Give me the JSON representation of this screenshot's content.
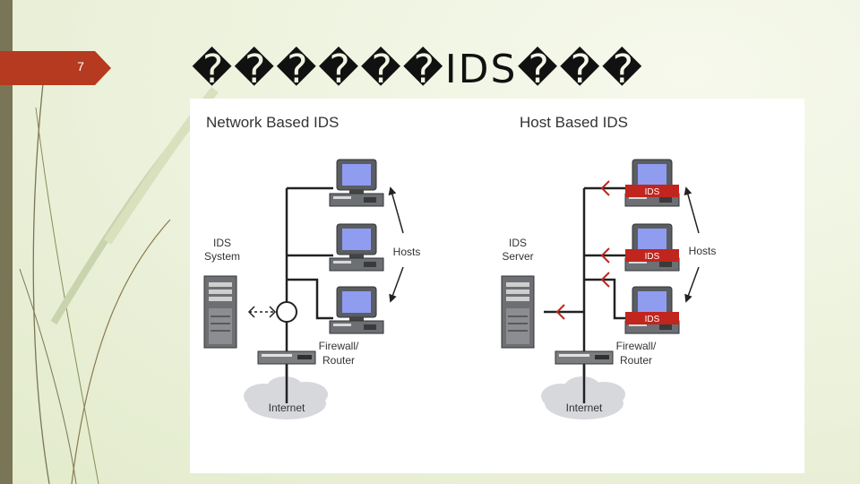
{
  "slide": {
    "number": "7",
    "title": "������IDS���"
  },
  "diagram": {
    "network_panel": {
      "heading": "Network Based IDS",
      "system_label_line1": "IDS",
      "system_label_line2": "System",
      "hosts_label": "Hosts",
      "firewall_label_line1": "Firewall/",
      "firewall_label_line2": "Router",
      "internet_label": "Internet"
    },
    "host_panel": {
      "heading": "Host Based IDS",
      "server_label_line1": "IDS",
      "server_label_line2": "Server",
      "hosts_label": "Hosts",
      "host_badge": "IDS",
      "firewall_label_line1": "Firewall/",
      "firewall_label_line2": "Router",
      "internet_label": "Internet"
    },
    "colors": {
      "accent_red": "#c0251e",
      "slide_tab": "#b53a1f",
      "screen_blue": "#8f9cf0"
    }
  }
}
